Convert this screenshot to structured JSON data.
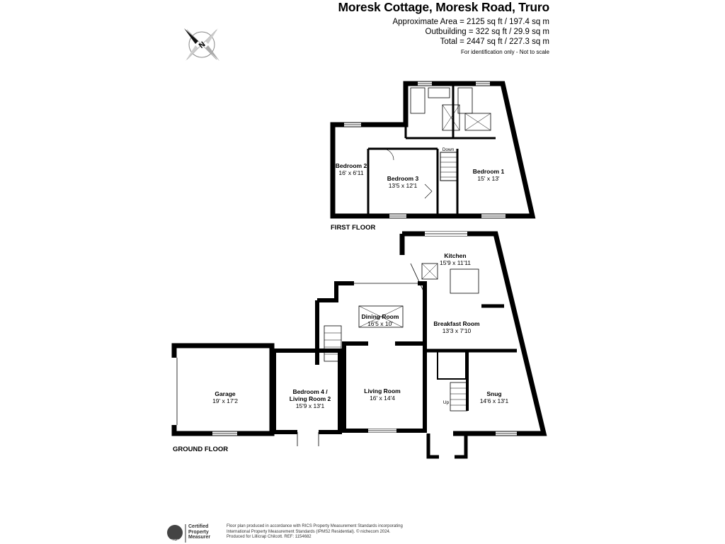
{
  "header": {
    "title": "Moresk Cottage, Moresk Road, Truro",
    "approx_area": "Approximate Area = 2125 sq ft / 197.4 sq m",
    "outbuilding": "Outbuilding = 322 sq ft / 29.9 sq m",
    "total": "Total = 2447 sq ft / 227.3 sq m",
    "note": "For identification only - Not to scale"
  },
  "compass": {
    "letter": "N",
    "icon": "compass-icon"
  },
  "first_floor": {
    "label": "FIRST FLOOR",
    "down_label": "Down",
    "rooms": [
      {
        "name": "Bedroom 2",
        "dims": "16' x 6'11"
      },
      {
        "name": "Bedroom 3",
        "dims": "13'5 x 12'1"
      },
      {
        "name": "Bedroom 1",
        "dims": "15' x 13'"
      }
    ]
  },
  "ground_floor": {
    "label": "GROUND FLOOR",
    "up_label": "Up",
    "rooms": [
      {
        "name": "Kitchen",
        "dims": "15'9 x 11'11"
      },
      {
        "name": "Dining Room",
        "dims": "16'5 x 10'"
      },
      {
        "name": "Breakfast Room",
        "dims": "13'3 x 7'10"
      },
      {
        "name": "Garage",
        "dims": "19' x 17'2"
      },
      {
        "name": "Bedroom 4 /",
        "name2": "Living Room 2",
        "dims": "15'9 x 13'1"
      },
      {
        "name": "Living Room",
        "dims": "16' x 14'4"
      },
      {
        "name": "Snug",
        "dims": "14'6 x 13'1"
      }
    ]
  },
  "footer": {
    "rics": "RICS",
    "cert_line1": "Certified",
    "cert_line2": "Property",
    "cert_line3": "Measurer",
    "line1": "Floor plan produced in accordance with RICS Property Measurement Standards incorporating",
    "line2": "International Property Measurement Standards (IPMS2 Residential).  © nichecom 2024.",
    "line3": "Produced for Lillicrap Chilcott.   REF: 1154682"
  }
}
